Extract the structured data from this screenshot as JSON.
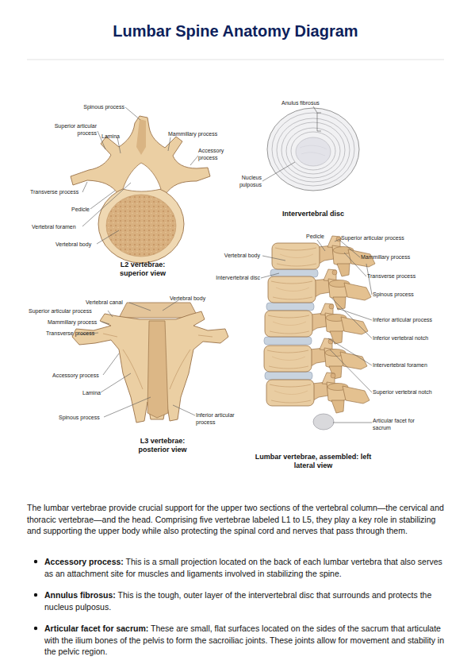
{
  "diagram": {
    "title": "Lumbar Spine Anatomy Diagram",
    "labels": [
      "Spinous process",
      "Superior articular process",
      "Lamina",
      "Mammillary process",
      "Accessory process",
      "Transverse process",
      "Pedicle",
      "Vertebral foramen",
      "Vertebral body",
      "L2 vertebrae: superior view",
      "Anulus fibrosus",
      "Nucleus pulposus",
      "Intervertebral disc",
      "Vertebral canal",
      "Vertebral body",
      "Superior articular process",
      "Mammillary process",
      "Transverse process",
      "Accessory process",
      "Lamina",
      "Spinous process",
      "Inferior articular process",
      "L3 vertebrae: posterior view",
      "Pedicle",
      "Superior articular process",
      "Vertebral body",
      "Mammillary process",
      "Intervertebral disc",
      "Transverse process",
      "Spinous process",
      "Inferior articular process",
      "Inferior vertebral notch",
      "Intervertebral foramen",
      "Superior vertebral notch",
      "Articular facet for sacrum",
      "Lumbar vertebrae, assembled: left lateral view",
      "The lumbar vertebrae provide crucial support for the upper two sections of the vertebral column—the cervical and thoracic vertebrae—and the head. Comprising five vertebrae labeled L1 to L5, they play a key role in stabilizing and supporting the upper body while also protecting the spinal cord and nerves that pass through them.",
      "Accessory process:",
      "This is a small projection located on the back of each lumbar vertebra that also serves as an attachment site for muscles and ligaments involved in stabilizing the spine.",
      "Annulus fibrosus:",
      "This is the tough, outer layer of the intervertebral disc that surrounds and protects the nucleus pulposus.",
      "Articular facet for sacrum:",
      "These are small, flat surfaces located on the sides of the sacrum that articulate with the ilium bones of the pelvis to form the sacroiliac joints. These joints allow for movement and stability in the pelvic region."
    ]
  }
}
